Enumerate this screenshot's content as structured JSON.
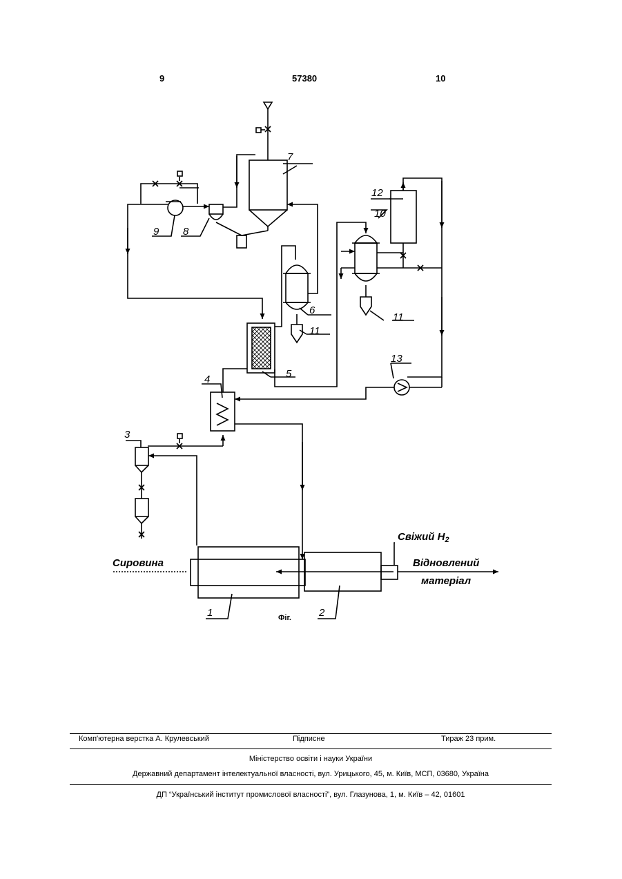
{
  "header": {
    "left": "9",
    "center": "57380",
    "right": "10"
  },
  "diagram": {
    "labels": {
      "n1": "1",
      "n2": "2",
      "n3": "3",
      "n4": "4",
      "n5": "5",
      "n6": "6",
      "n7": "7",
      "n8": "8",
      "n9": "9",
      "n10": "10",
      "n11a": "11",
      "n11b": "11",
      "n12": "12",
      "n13": "13"
    },
    "inputs": {
      "raw": "Сировина",
      "fresh": "Свіжий H",
      "fresh_sub": "2"
    },
    "outputs": {
      "line1": "Відновлений",
      "line2": "матеріал"
    },
    "caption": "Фіг."
  },
  "footer": {
    "layout": "Комп'ютерна верстка А. Крулевський",
    "signed": "Підписне",
    "circulation": "Тираж 23 прим.",
    "ministry": "Міністерство освіти і науки України",
    "department": "Державний департамент інтелектуальної власності, вул. Урицького, 45, м. Київ, МСП, 03680, Україна",
    "institute": "ДП “Український інститут промислової власності”, вул. Глазунова, 1, м. Київ – 42, 01601"
  }
}
